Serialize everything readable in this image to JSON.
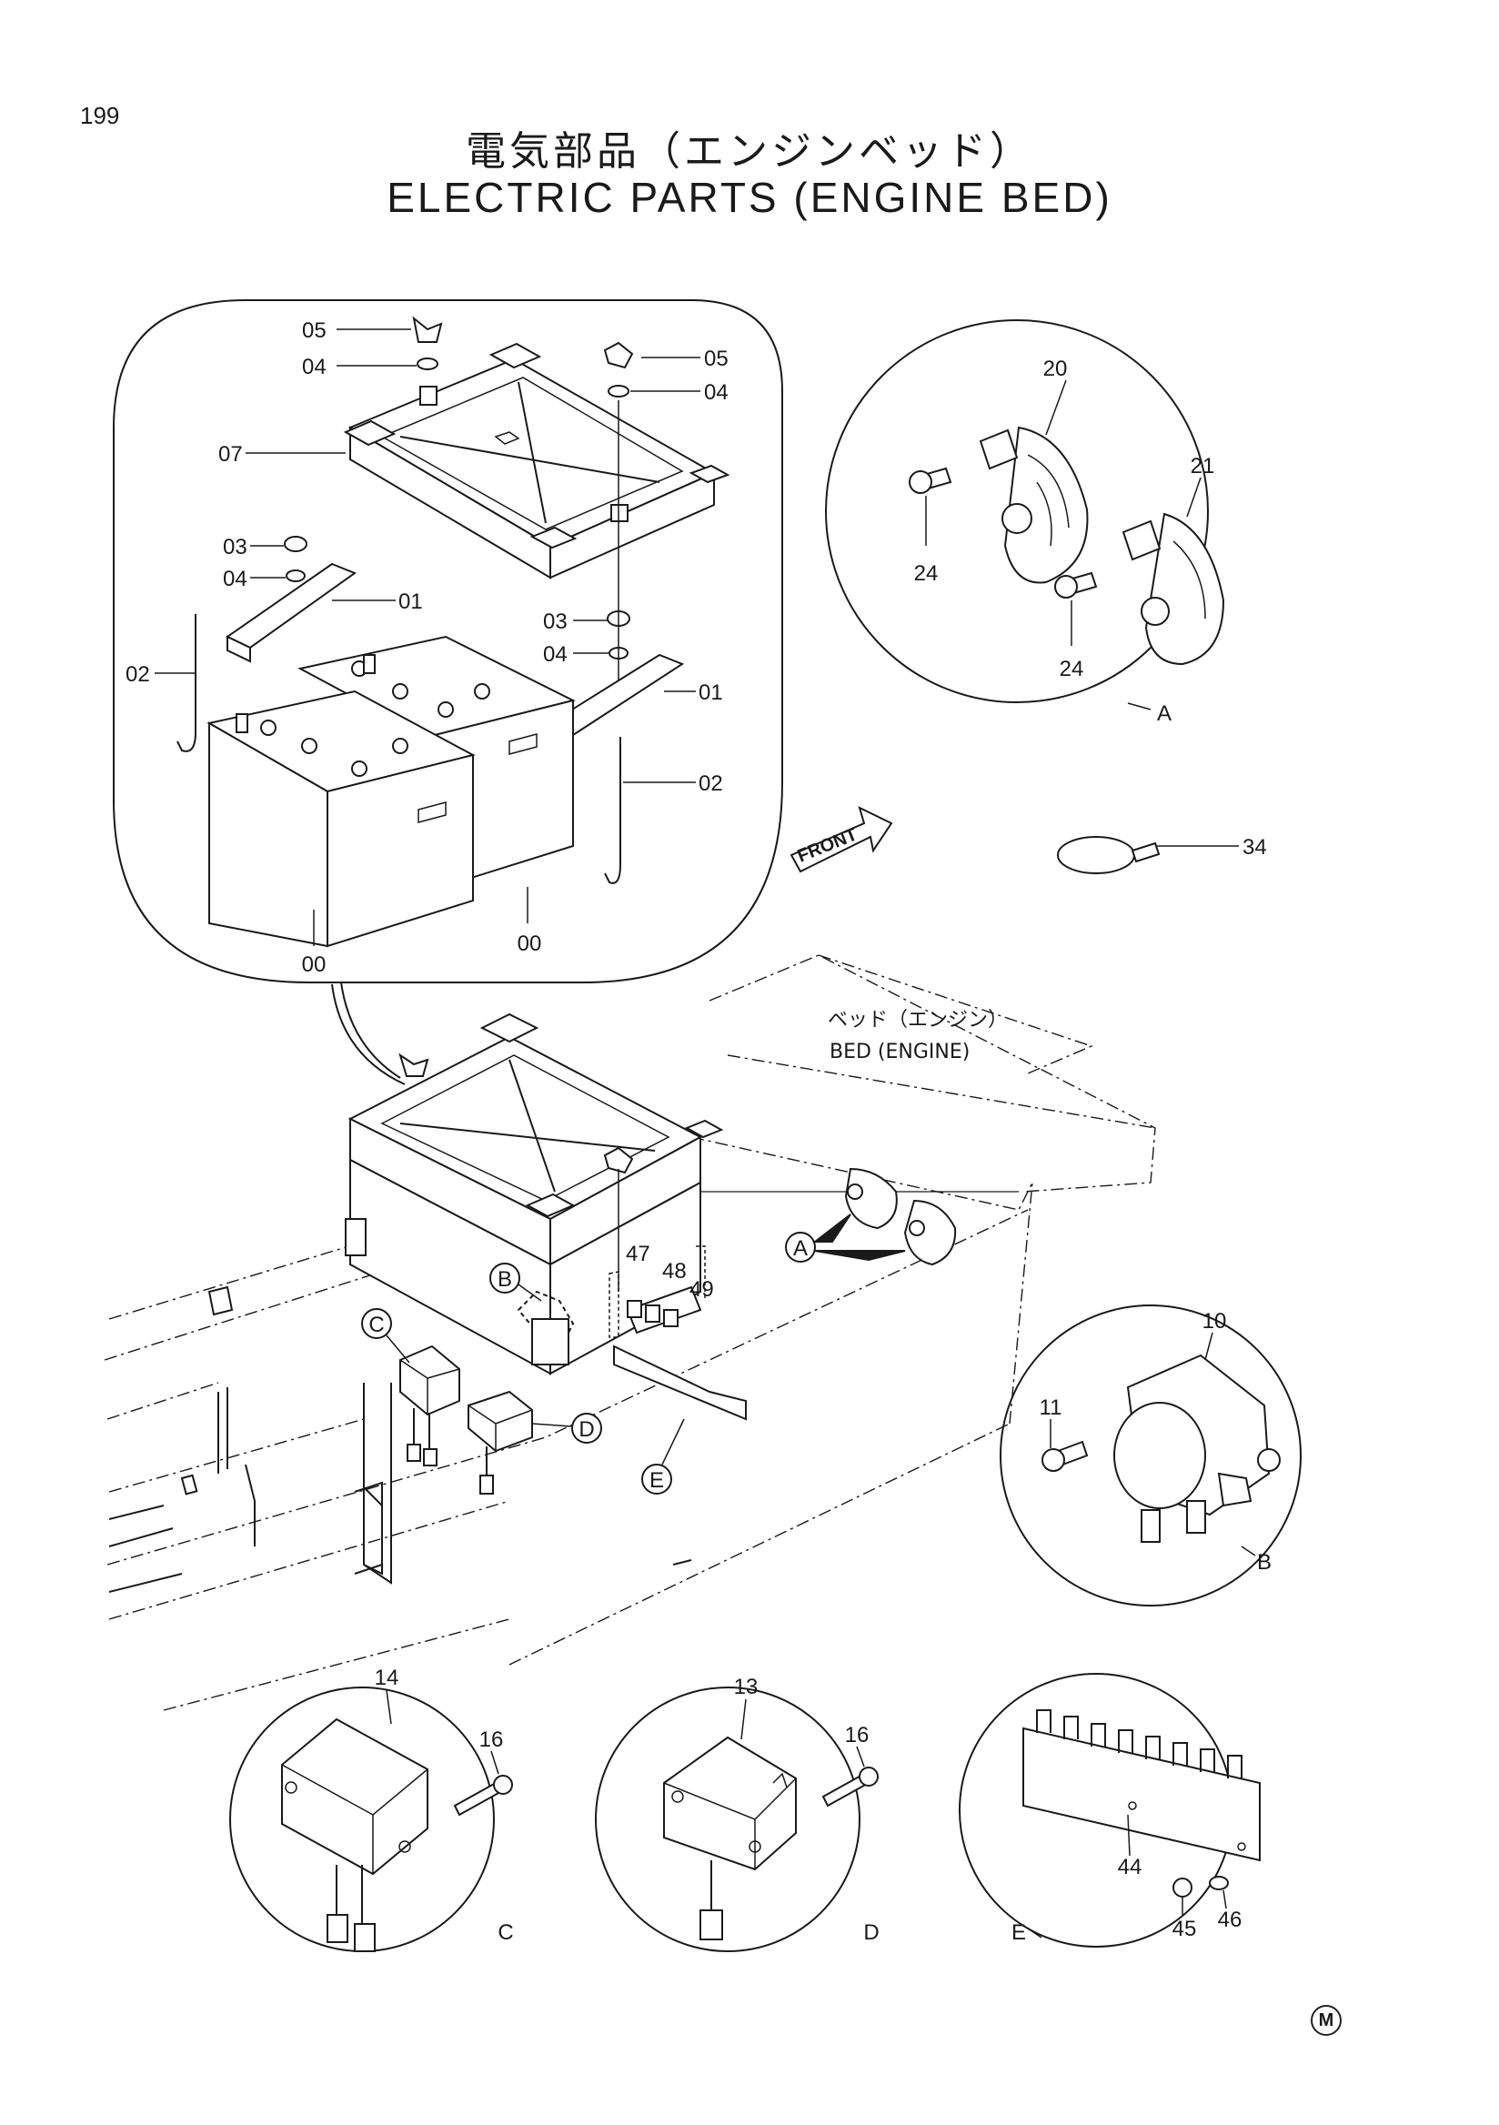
{
  "page": {
    "number": "199",
    "mark": "M"
  },
  "title": {
    "japanese": "電気部品（エンジンベッド）",
    "english": "ELECTRIC PARTS (ENGINE BED)"
  },
  "bed_label": {
    "japanese": "ベッド（エンジン）",
    "english": "BED (ENGINE)"
  },
  "front_arrow": "FRONT",
  "callout_letters": [
    "A",
    "B",
    "C",
    "D",
    "E"
  ],
  "battery_detail_callouts": [
    "05",
    "04",
    "05",
    "04",
    "07",
    "03",
    "04",
    "01",
    "03",
    "04",
    "02",
    "01",
    "02",
    "00",
    "00"
  ],
  "detail_A_callouts": [
    "20",
    "21",
    "24",
    "24"
  ],
  "tie_callout": "34",
  "main_callouts": [
    "47",
    "48",
    "49"
  ],
  "detail_B_callouts": [
    "10",
    "11"
  ],
  "detail_C_callouts": [
    "14",
    "16"
  ],
  "detail_D_callouts": [
    "13",
    "16"
  ],
  "detail_E_callouts": [
    "44",
    "45",
    "46"
  ]
}
